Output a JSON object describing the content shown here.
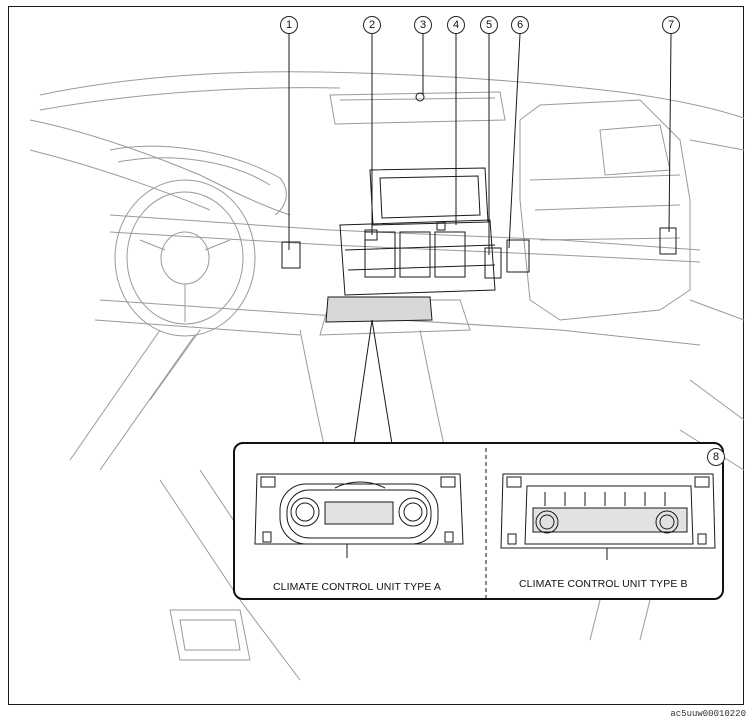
{
  "callouts": [
    {
      "num": "1",
      "meaning": ""
    },
    {
      "num": "2",
      "meaning": ""
    },
    {
      "num": "3",
      "meaning": ""
    },
    {
      "num": "4",
      "meaning": ""
    },
    {
      "num": "5",
      "meaning": ""
    },
    {
      "num": "6",
      "meaning": ""
    },
    {
      "num": "7",
      "meaning": ""
    },
    {
      "num": "8",
      "meaning": ""
    }
  ],
  "inset": {
    "type_a_caption": "CLIMATE CONTROL UNIT TYPE A",
    "type_b_caption": "CLIMATE CONTROL UNIT TYPE B"
  },
  "figure_id": "ac5uuw00010220",
  "colors": {
    "line": "#1a1a1a",
    "ghost": "#9a9a9a",
    "background": "#ffffff"
  }
}
